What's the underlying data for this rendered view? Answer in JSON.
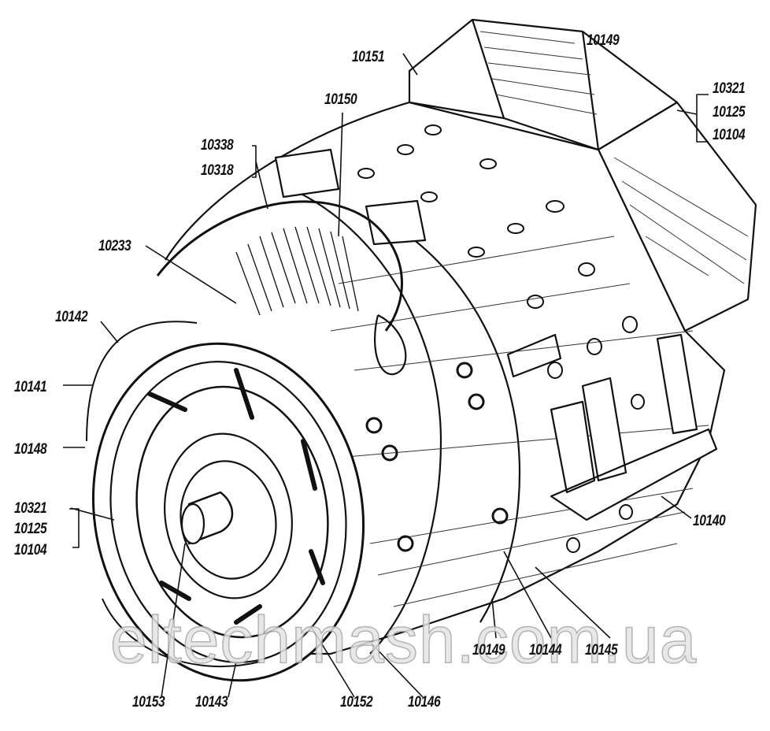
{
  "diagram": {
    "labels": {
      "top_10149": "10149",
      "l10151": "10151",
      "l10150": "10150",
      "right_group": [
        "10321",
        "10125",
        "10104"
      ],
      "l10338": "10338",
      "l10318": "10318",
      "l10233": "10233",
      "l10142": "10142",
      "l10141": "10141",
      "l10148": "10148",
      "left_group": [
        "10321",
        "10125",
        "10104"
      ],
      "l10153": "10153",
      "l10143": "10143",
      "l10152": "10152",
      "l10146": "10146",
      "bottom_10149": "10149",
      "l10144": "10144",
      "l10145": "10145",
      "l10140": "10140"
    },
    "watermark": "eltechmash.com.ua"
  }
}
